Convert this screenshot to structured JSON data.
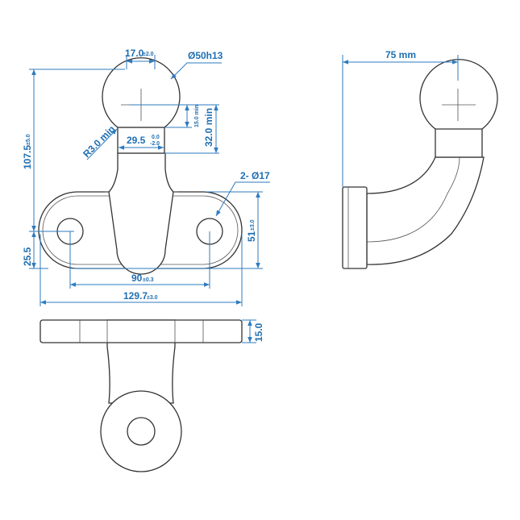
{
  "dimensions": {
    "ball_neck_width": {
      "value": "17.0",
      "tol": "±2.0"
    },
    "ball_diameter": "Ø50h13",
    "overall_height": {
      "value": "107.5",
      "tol": "±5.0"
    },
    "radius": "R3.0 min",
    "neck_diameter": {
      "value": "29.5",
      "tol_upper": "0.0",
      "tol_lower": "-2.0"
    },
    "neck_height_small": "15.0 min",
    "neck_height": "32.0 min",
    "holes": "2- Ø17",
    "plate_width": {
      "value": "51",
      "tol": "±3.0"
    },
    "hole_offset": "25.5",
    "hole_spacing": {
      "value": "90",
      "tol": "±0.3"
    },
    "plate_length": {
      "value": "129.7",
      "tol": "±3.0"
    },
    "plate_thickness": "15.0",
    "side_offset": "75 mm"
  },
  "colors": {
    "dimension": "#1f6fb2",
    "outline": "#333333"
  }
}
